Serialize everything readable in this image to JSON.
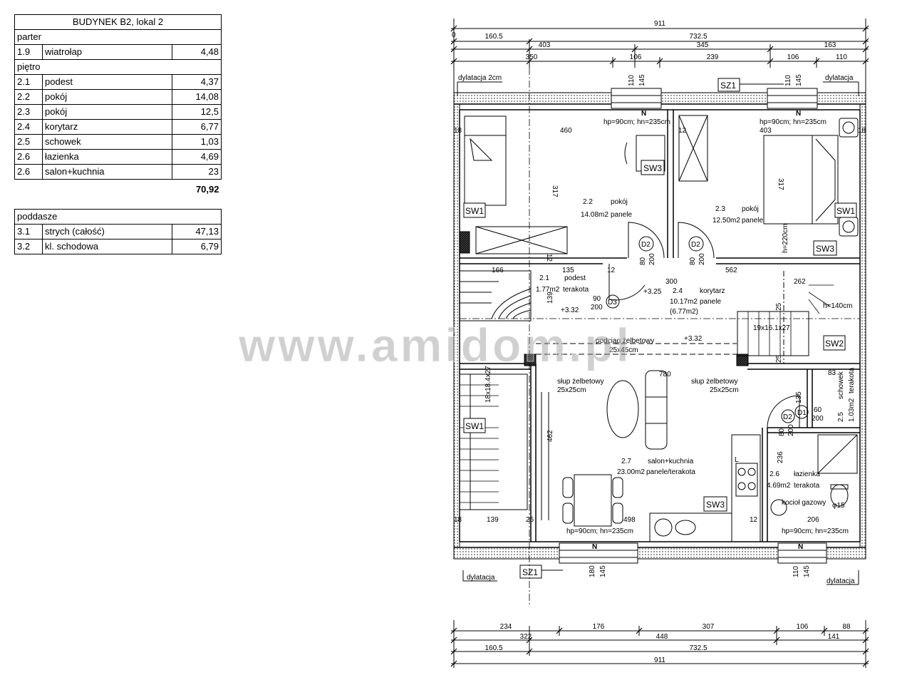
{
  "table": {
    "title": "BUDYNEK B2, lokal 2",
    "sections": [
      {
        "name": "parter",
        "rows": [
          {
            "no": "1.9",
            "name": "wiatrołap",
            "area": "4,48"
          }
        ]
      },
      {
        "name": "piętro",
        "rows": [
          {
            "no": "2.1",
            "name": "podest",
            "area": "4,37"
          },
          {
            "no": "2.2",
            "name": "pokój",
            "area": "14,08"
          },
          {
            "no": "2.3",
            "name": "pokój",
            "area": "12,5"
          },
          {
            "no": "2.4",
            "name": "korytarz",
            "area": "6,77"
          },
          {
            "no": "2.5",
            "name": "schowek",
            "area": "1,03"
          },
          {
            "no": "2.6",
            "name": "łazienka",
            "area": "4,69"
          },
          {
            "no": "2.6",
            "name": "salon+kuchnia",
            "area": "23"
          }
        ],
        "total": "70,92"
      }
    ],
    "attic": {
      "name": "poddasze",
      "rows": [
        {
          "no": "3.1",
          "name": "strych (całość)",
          "area": "47,13"
        },
        {
          "no": "3.2",
          "name": "kl. schodowa",
          "area": "6,79"
        }
      ]
    }
  },
  "watermark": "www.amidom.pl",
  "dims": {
    "top": {
      "r1": [
        "911"
      ],
      "r2": [
        "160.5",
        "732.5"
      ],
      "r3": [
        "403",
        "345",
        "163"
      ],
      "r4": [
        "350",
        "106",
        "239",
        "106",
        "110"
      ]
    },
    "bottom": {
      "r1": [
        "234",
        "176",
        "307",
        "106",
        "88"
      ],
      "r2": [
        "322",
        "448",
        "141"
      ],
      "r3": [
        "160.5",
        "732.5"
      ],
      "r4": [
        "911"
      ]
    },
    "zero": "0"
  },
  "labels": {
    "dylatacja_top_left": "dylatacja 2cm",
    "dylatacja_top_right": "dylatacja",
    "dylatacja_bottom_left": "dylatacja",
    "dylatacja_bottom_right": "dylatacja",
    "sz1": "SZ1",
    "sw1": "SW1",
    "sw2": "SW2",
    "sw3": "SW3",
    "hp_top_left": "hp=90cm; hn=235cm",
    "hp_top_right": "hp=90cm; hn=235cm",
    "hp_bottom_left": "hp=90cm; hn=235cm",
    "hp_bottom_right": "hp=90cm; hn=235cm",
    "win_110": "110",
    "win_145": "145",
    "win_180": "180",
    "d2": "D2",
    "d1": "D1",
    "d3": "D3",
    "door_80": "80",
    "door_200": "200",
    "door_90": "90",
    "door_60": "60",
    "slup1": "słup żelbetowy",
    "slup1_dim": "25x25cm",
    "slup2": "słup żelbetowy",
    "slup2_dim": "25x25cm",
    "podciag": "podciąg żelbetowy",
    "podciag_dim": "25x45cm",
    "stairs_top": "19x16.1x27",
    "stairs_left": "18x18.4x27",
    "h140": "h=140cm",
    "h220": "h=220cm",
    "lvl325": "+3.25",
    "lvl332a": "+3.32",
    "lvl332b": "+3.32",
    "kociol": "kocioł gazowy",
    "phi15": "φ15",
    "n": "N",
    "l": "L"
  },
  "rooms": {
    "r22": {
      "no": "2.2",
      "name": "pokój",
      "area": "14.08m2",
      "finish": "panele"
    },
    "r23": {
      "no": "2.3",
      "name": "pokój",
      "area": "12.50m2",
      "finish": "panele"
    },
    "r21": {
      "no": "2.1",
      "name": "podest",
      "area": "1.77m2",
      "finish": "terakota"
    },
    "r24": {
      "no": "2.4",
      "name": "korytarz",
      "area": "10.17m2",
      "area2": "(6.77m2)",
      "finish": "panele"
    },
    "r25": {
      "no": "2.5",
      "name": "schowek",
      "area": "1.03m2",
      "finish": "terakota"
    },
    "r26": {
      "no": "2.6",
      "name": "łazienka",
      "area": "4.69m2",
      "finish": "terakota"
    },
    "r27": {
      "no": "2.7",
      "name": "salon+kuchnia",
      "area": "23.00m2",
      "finish": "panele/terakota"
    }
  },
  "inner_dims": {
    "d460": "460",
    "d403": "403",
    "d317a": "317",
    "d317b": "317",
    "d18a": "18",
    "d18b": "18",
    "d12a": "12",
    "d12b": "12",
    "d12c": "12",
    "d166": "166",
    "d135": "135",
    "d300": "300",
    "d562": "562",
    "d262": "262",
    "d139a": "139",
    "d25a": "25",
    "d25b": "25",
    "d780": "780",
    "d83": "83",
    "d135b": "135",
    "d462": "462",
    "d236": "236",
    "d139b": "139",
    "d18c": "18",
    "d25c": "25",
    "d498": "498",
    "d206": "206",
    "d12d": "12"
  }
}
